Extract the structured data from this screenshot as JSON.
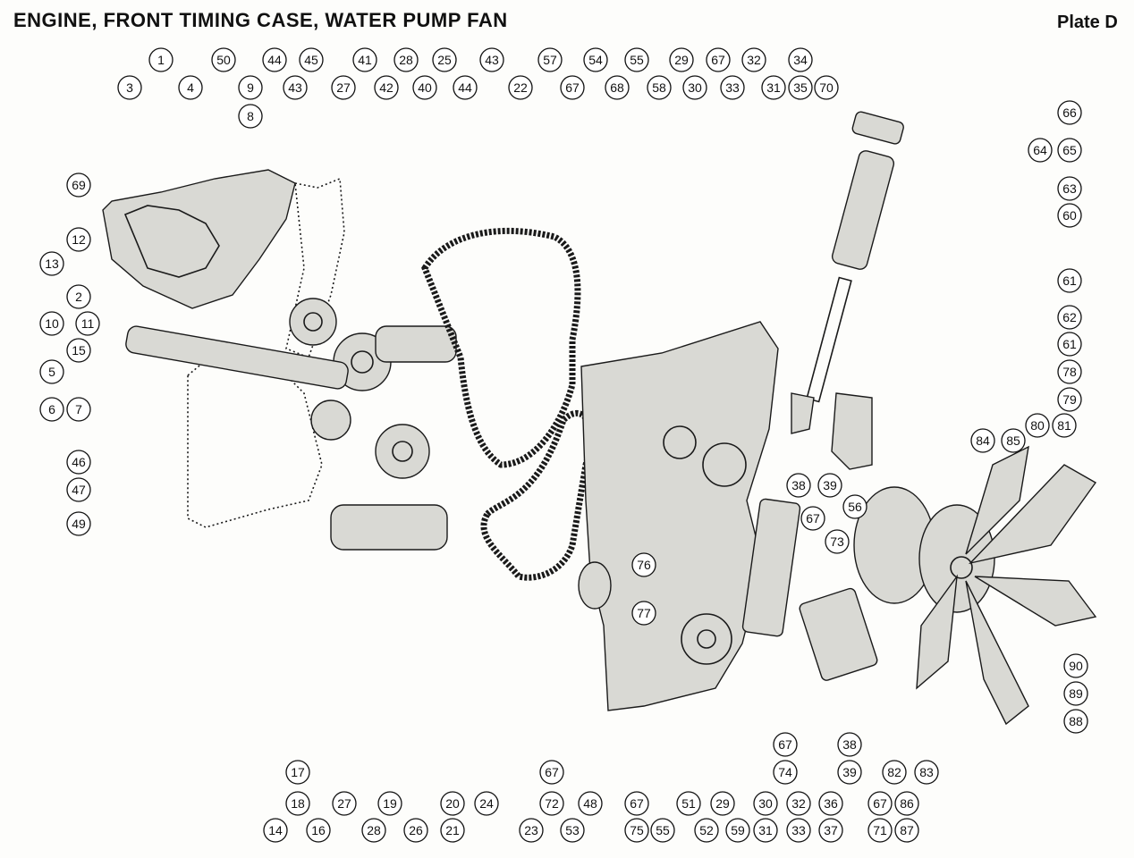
{
  "title": "ENGINE, FRONT TIMING CASE, WATER PUMP FAN",
  "plate": "Plate D",
  "callouts": [
    "1",
    "50",
    "44",
    "45",
    "41",
    "28",
    "25",
    "43",
    "57",
    "54",
    "55",
    "29",
    "67",
    "32",
    "34",
    "66",
    "3",
    "4",
    "9",
    "8",
    "43",
    "27",
    "42",
    "40",
    "44",
    "22",
    "67",
    "68",
    "58",
    "30",
    "33",
    "31",
    "35",
    "70",
    "69",
    "64",
    "65",
    "63",
    "60",
    "12",
    "13",
    "61",
    "2",
    "62",
    "10",
    "11",
    "61",
    "15",
    "78",
    "5",
    "79",
    "6",
    "7",
    "80",
    "81",
    "84",
    "85",
    "46",
    "38",
    "39",
    "47",
    "56",
    "67",
    "49",
    "73",
    "76",
    "77",
    "90",
    "89",
    "88",
    "17",
    "18",
    "27",
    "19",
    "20",
    "21",
    "24",
    "67",
    "72",
    "48",
    "38",
    "39",
    "67",
    "74",
    "14",
    "16",
    "28",
    "26",
    "23",
    "53",
    "67",
    "75",
    "55",
    "51",
    "52",
    "29",
    "59",
    "30",
    "31",
    "32",
    "33",
    "36",
    "37",
    "67",
    "71",
    "82",
    "86",
    "87",
    "83"
  ]
}
